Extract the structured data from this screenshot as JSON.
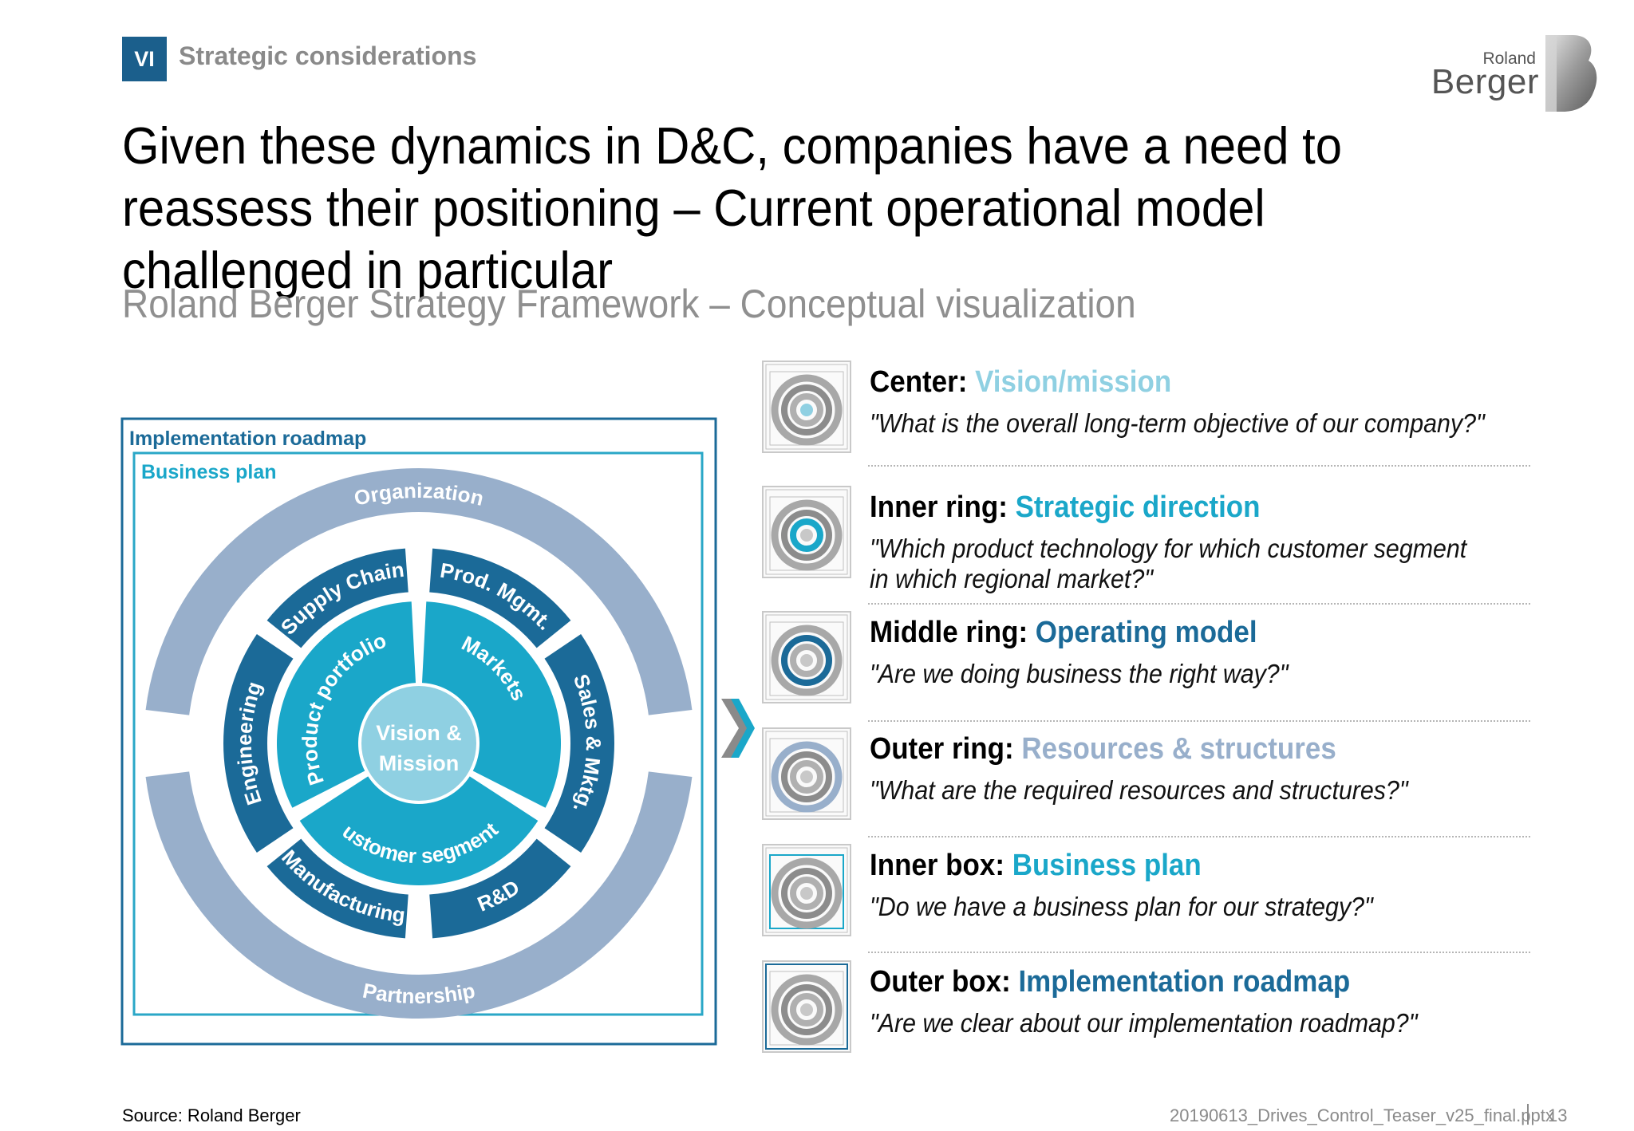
{
  "header": {
    "section_number": "VI",
    "section_title": "Strategic considerations",
    "logo_small": "Roland",
    "logo_big": "Berger"
  },
  "headline": "Given these dynamics in D&C, companies have a need to reassess their positioning – Current operational model challenged in particular",
  "subtitle": "Roland Berger Strategy Framework – Conceptual visualization",
  "diagram": {
    "outer_box_label": "Implementation roadmap",
    "inner_box_label": "Business plan",
    "outer_ring": {
      "top": "Organization",
      "bottom": "Partnership"
    },
    "middle_ring": [
      "Supply Chain",
      "Prod. Mgmt.",
      "Sales & Mktg.",
      "R&D",
      "Manufacturing",
      "Engineering"
    ],
    "inner_ring": [
      "Markets",
      "Customer segments",
      "Product portfolio"
    ],
    "center": [
      "Vision &",
      "Mission"
    ],
    "colors": {
      "outer_ring": "#98afcb",
      "middle_ring": "#1b6a98",
      "inner_ring": "#1aa7c9",
      "center": "#8fd0e2",
      "outer_box": "#1b6a98",
      "inner_box": "#2aa7c7"
    }
  },
  "framework_items": [
    {
      "key": "Center:",
      "value": "Vision/mission",
      "color": "#8fd0e2",
      "question": "\"What is the overall long-term objective of our company?\""
    },
    {
      "key": "Inner ring:",
      "value": "Strategic direction",
      "color": "#1aa7c9",
      "question": "\"Which product technology for which customer segment in which regional market?\""
    },
    {
      "key": "Middle ring:",
      "value": "Operating model",
      "color": "#1b6a98",
      "question": "\"Are we doing business the right way?\""
    },
    {
      "key": "Outer ring:",
      "value": "Resources & structures",
      "color": "#98afcb",
      "question": "\"What are the required resources and structures?\""
    },
    {
      "key": "Inner box:",
      "value": "Business plan",
      "color": "#1aa7c9",
      "question": "\"Do we have a business plan for our strategy?\""
    },
    {
      "key": "Outer box:",
      "value": "Implementation roadmap",
      "color": "#1b6a98",
      "question": "\"Are we clear about our implementation roadmap?\""
    }
  ],
  "footer": {
    "source": "Source: Roland Berger",
    "file": "20190613_Drives_Control_Teaser_v25_final.pptx",
    "page": "13"
  }
}
